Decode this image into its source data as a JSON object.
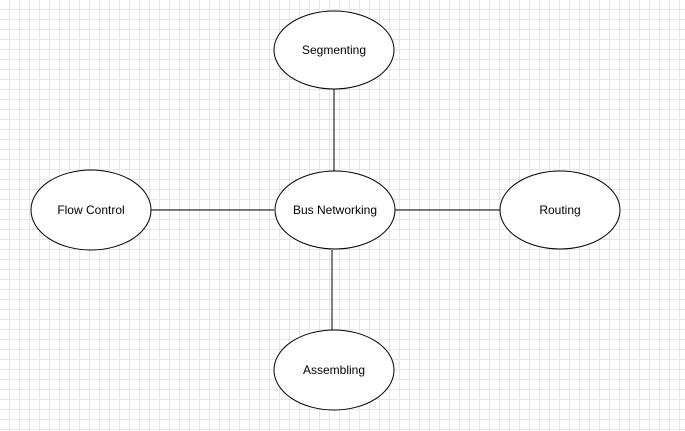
{
  "diagram": {
    "center": {
      "label": "Bus Networking"
    },
    "top": {
      "label": "Segmenting"
    },
    "left": {
      "label": "Flow Control"
    },
    "right": {
      "label": "Routing"
    },
    "bottom": {
      "label": "Assembling"
    }
  },
  "colors": {
    "stroke": "#000000",
    "fill": "#ffffff",
    "grid": "#e6e6e6"
  }
}
